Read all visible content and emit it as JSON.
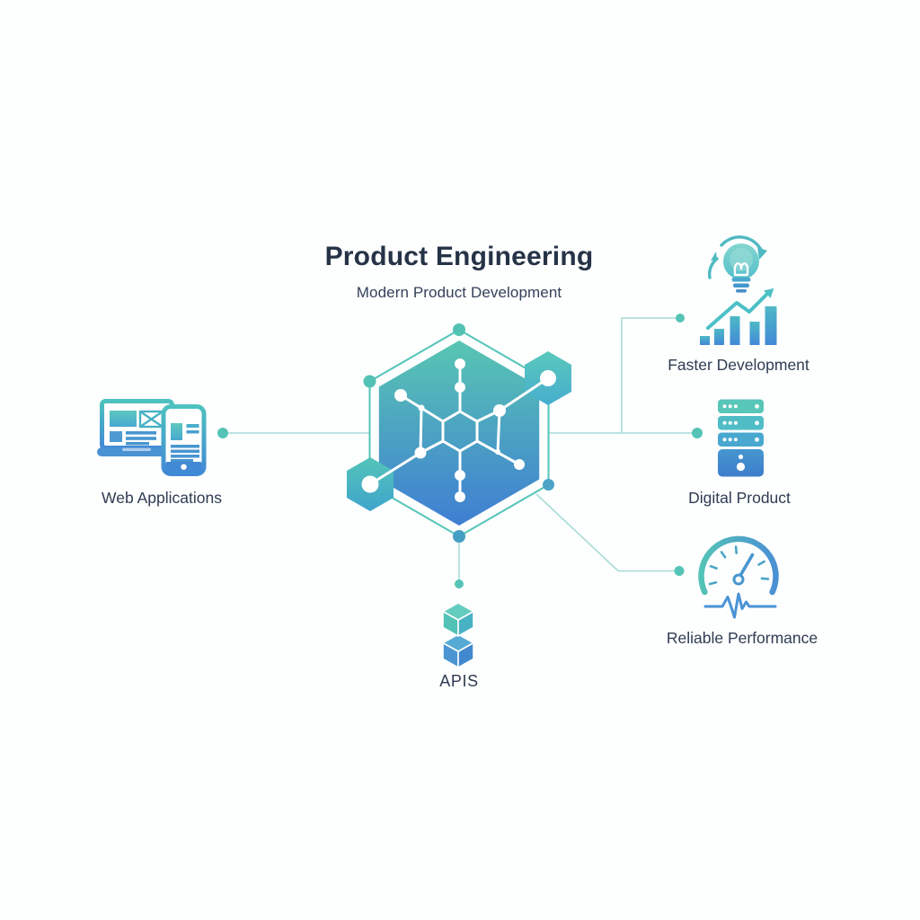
{
  "header": {
    "title": "Product Engineering",
    "subtitle": "Modern Product Development"
  },
  "diagram": {
    "center": {
      "id": "product-engineering-core",
      "icon": "hexagon-network-icon",
      "description_icon_names": [
        "hexagon-outline",
        "gradient-hexagon",
        "molecule-network",
        "corner-hexagon-right",
        "corner-hexagon-left"
      ]
    },
    "nodes": [
      {
        "id": "web-applications",
        "label": "Web Applications",
        "icon": "laptop-tablet-icon",
        "position": "left"
      },
      {
        "id": "faster-development",
        "label": "Faster Development",
        "icon": "lightbulb-growth-icon",
        "position": "top-right"
      },
      {
        "id": "digital-product",
        "label": "Digital Product",
        "icon": "server-stack-icon",
        "position": "right"
      },
      {
        "id": "reliable-performance",
        "label": "Reliable Performance",
        "icon": "gauge-pulse-icon",
        "position": "bottom-right"
      },
      {
        "id": "apis",
        "label": "APIS",
        "icon": "stacked-cubes-icon",
        "position": "bottom"
      }
    ]
  },
  "theme": {
    "background": "#FDFEFE",
    "teal": "#55C4B6",
    "cyan": "#4FBFC9",
    "blue": "#4189D6",
    "deep_blue": "#3F7ED3",
    "connector": "#A7DCD8",
    "ink_title": "#263347",
    "ink_label": "#2E3C52",
    "hexagon_gradient_top": "#58C6B2",
    "hexagon_gradient_bottom": "#3F7ED3"
  }
}
